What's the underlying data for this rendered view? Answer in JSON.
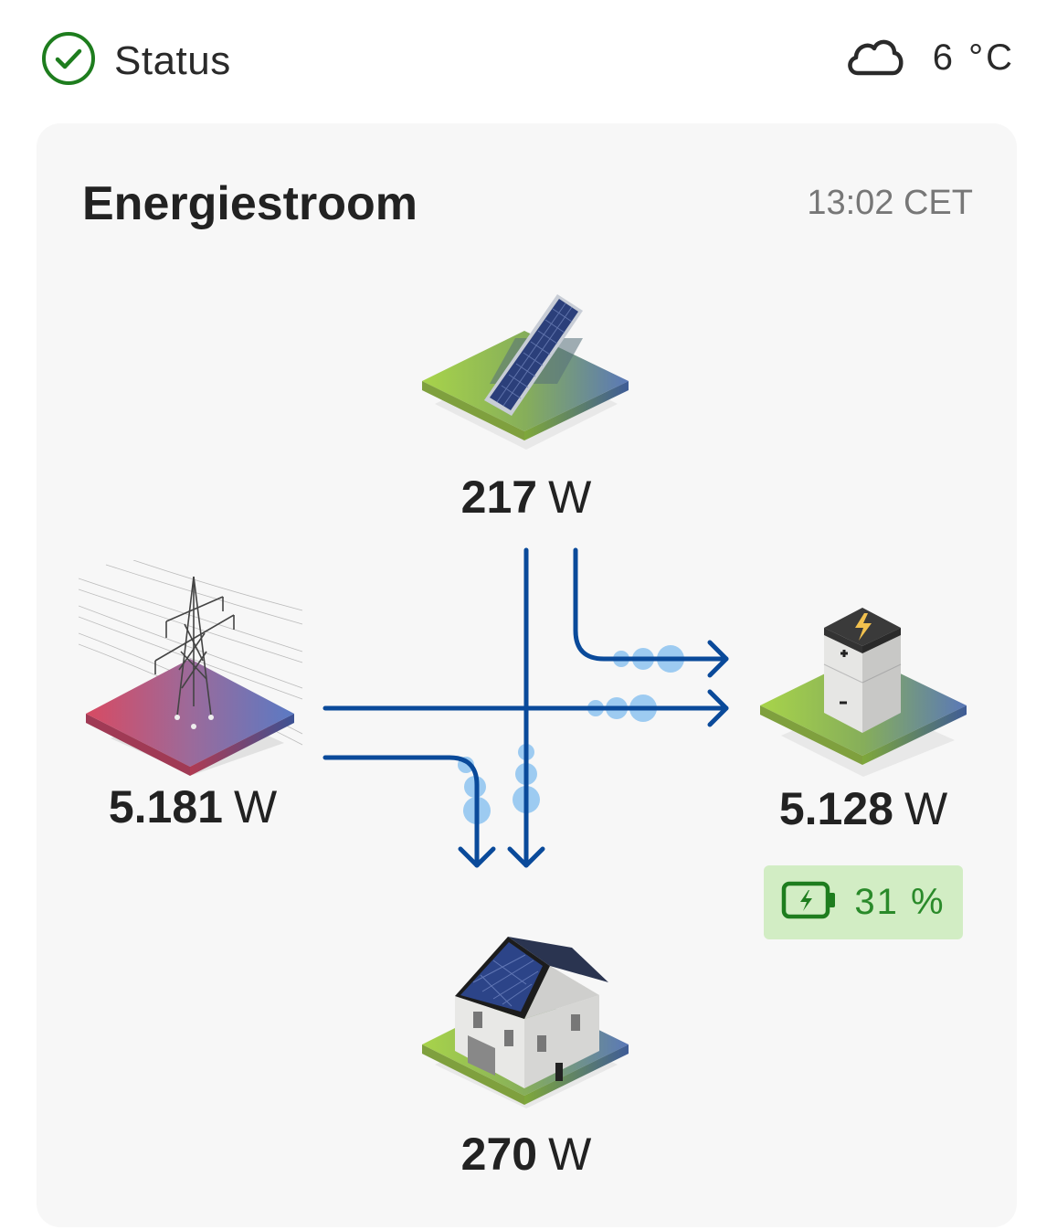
{
  "header": {
    "status_label": "Status",
    "status_icon": "check-circle-icon",
    "weather_icon": "cloud-icon",
    "temperature": "6 °C"
  },
  "card": {
    "title": "Energiestroom",
    "time": "13:02 CET"
  },
  "nodes": {
    "solar": {
      "icon": "solar-panel-icon",
      "value": "217",
      "unit": "W"
    },
    "grid": {
      "icon": "power-pylon-icon",
      "value": "5.181",
      "unit": "W"
    },
    "battery": {
      "icon": "battery-icon",
      "value": "5.128",
      "unit": "W",
      "charge": "31 %"
    },
    "house": {
      "icon": "house-icon",
      "value": "270",
      "unit": "W"
    }
  },
  "flows": [
    {
      "from": "solar",
      "to": "battery"
    },
    {
      "from": "solar",
      "to": "house"
    },
    {
      "from": "grid",
      "to": "battery"
    },
    {
      "from": "grid",
      "to": "house"
    }
  ],
  "colors": {
    "accent_green": "#1e7d1e",
    "flow_line": "#0a4a9a",
    "flow_dot": "#8ec4f0",
    "badge_bg": "#d2edc4",
    "card_bg": "#f7f7f7"
  }
}
